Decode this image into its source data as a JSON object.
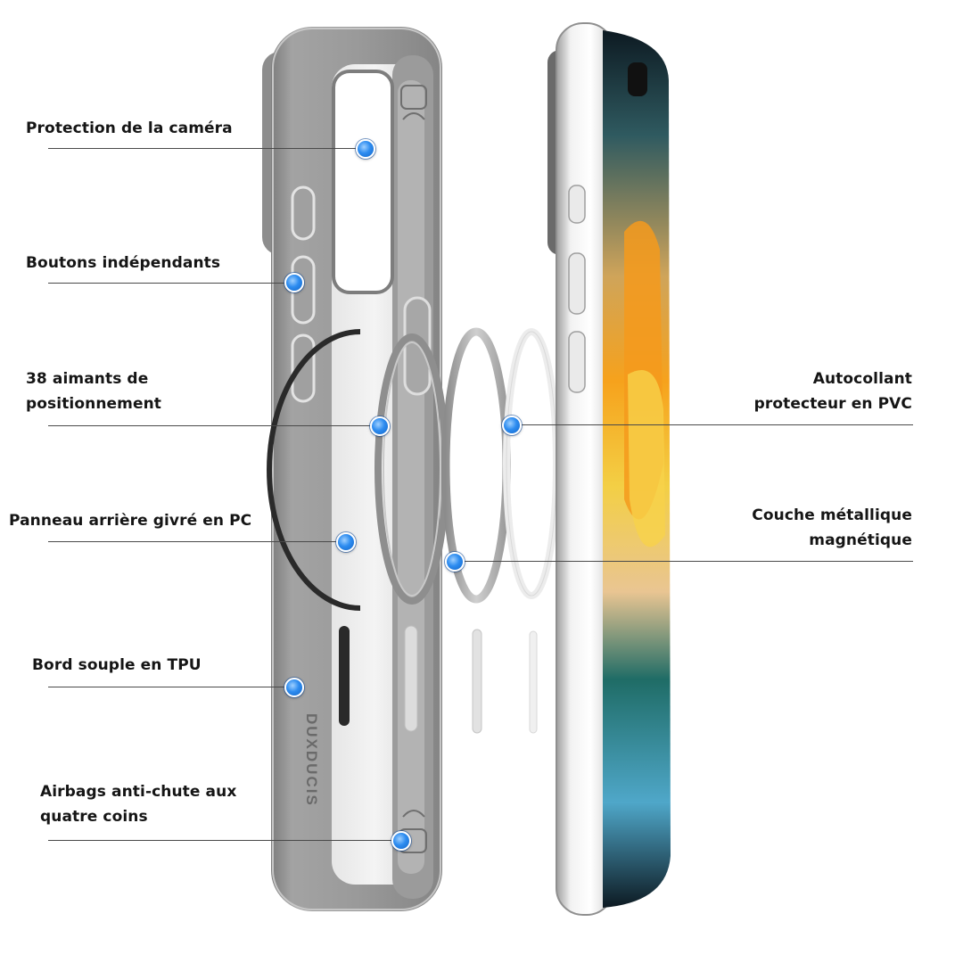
{
  "callouts": {
    "camera_protection": "Protection de la caméra",
    "independent_buttons": "Boutons indépendants",
    "magnets_line1": "38 aimants de",
    "magnets_line2": "positionnement",
    "frosted_back": "Panneau arrière givré en PC",
    "tpu_edge": "Bord souple en TPU",
    "airbags_line1": "Airbags anti-chute aux",
    "airbags_line2": "quatre coins",
    "sticker_line1": "Autocollant",
    "sticker_line2": "protecteur en PVC",
    "metal_layer_line1": "Couche métallique",
    "metal_layer_line2": "magnétique"
  },
  "case_brand": "DUXDUCIS",
  "colors": {
    "marker_blue": "#2d8cf0",
    "case_grey": "#8a8a8a",
    "leader_line": "#4a4a4a"
  }
}
